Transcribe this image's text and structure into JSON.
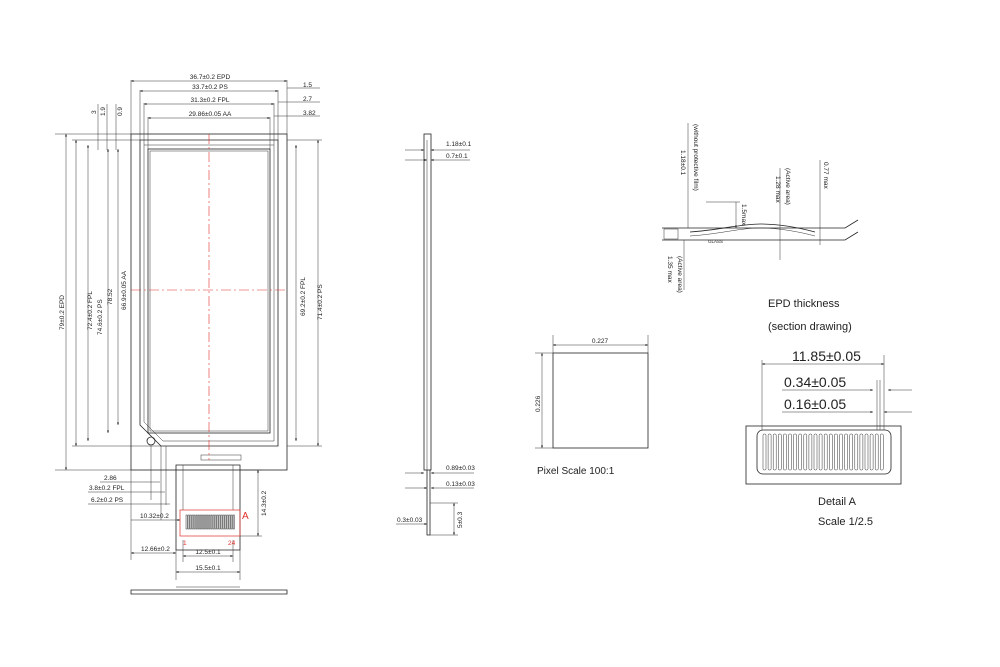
{
  "colors": {
    "line": "#222222",
    "accent": "#e0302a",
    "background": "#ffffff"
  },
  "front": {
    "top_dims": {
      "epd": "36.7±0.2 EPD",
      "ps": "33.7±0.2 PS",
      "fpl": "31.3±0.2 FPL",
      "aa": "29.86±0.05 AA"
    },
    "right_top_dims": {
      "d15": "1.5",
      "d27": "2.7",
      "d382": "3.82"
    },
    "left_top_dims": {
      "d3": "3",
      "d19": "1.9",
      "d09": "0.9"
    },
    "left_dims": {
      "epd": "79±0.2 EPD",
      "ps": "74.6±0.2 PS",
      "fpl": "72.4±0.2 FPL",
      "d7852": "78.52",
      "aa": "66.9±0.05 AA"
    },
    "right_dims": {
      "ps": "71.4±0.2 PS",
      "fpl": "69.2±0.2 FPL"
    },
    "bottom_dims": {
      "d286": "2.86",
      "fpl": "3.8±0.2 FPL",
      "ps": "6.2±0.2 PS",
      "d1032": "10.32±0.2",
      "d1266": "12.66±0.2",
      "d125": "12.5±0.1",
      "d155": "15.5±0.1",
      "d143": "14.3±0.2"
    },
    "fpc_labels": {
      "a": "A",
      "p1": "1",
      "p24": "24"
    }
  },
  "side": {
    "t118": "1.18±0.1",
    "t07": "0.7±0.1",
    "t089": "0.89±0.03",
    "t013": "0.13±0.03",
    "t03": "0.3±0.03",
    "t5": "5±0.3"
  },
  "section": {
    "without": "(without protective film)",
    "t118": "1.18±0.1",
    "active_area": "(Active area)",
    "max128": "1.28 max",
    "max077": "0.77 max",
    "max15": "1.5max",
    "active_area2": "(Active area)",
    "max135": "1.35 max",
    "glass": "GLASS"
  },
  "pixel": {
    "w": "0.227",
    "h": "0.226",
    "label": "Pixel Scale 100:1"
  },
  "epd_thickness": {
    "title": "EPD thickness",
    "subtitle": "(section drawing)"
  },
  "detail": {
    "d1185": "11.85±0.05",
    "d034": "0.34±0.05",
    "d016": "0.16±0.05",
    "title": "Detail A",
    "scale": "Scale 1/2.5"
  }
}
